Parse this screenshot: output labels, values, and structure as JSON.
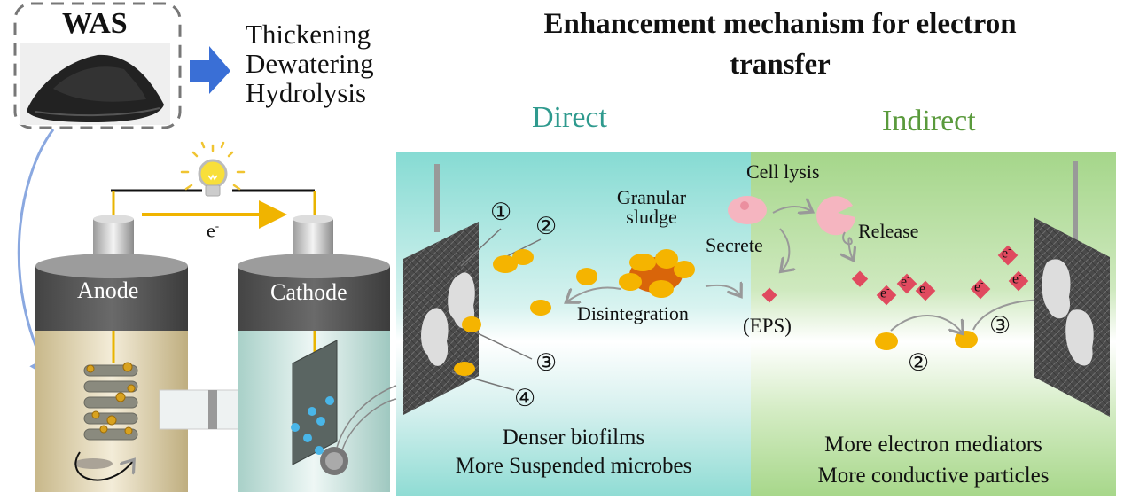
{
  "was_box": {
    "label": "WAS",
    "image_description": "dark sludge pile"
  },
  "pretreatment": {
    "lines": [
      "Thickening",
      "Dewatering",
      "Hydrolysis"
    ]
  },
  "title": {
    "line1": "Enhancement mechanism for electron",
    "line2": "transfer"
  },
  "section_headings": {
    "direct": "Direct",
    "indirect": "Indirect"
  },
  "colors": {
    "direct_heading": "#2f9a8e",
    "indirect_heading": "#5a9a3c",
    "direct_bg": "#8fdcd4",
    "indirect_bg": "#a9d88c",
    "arrow_blue": "#3a6fd6",
    "wire_gold": "#f0b400",
    "particle_gold": "#f5b400",
    "mediator_red": "#e04a5f",
    "cell_pink": "#f5b5c0"
  },
  "reactor": {
    "anode_label": "Anode",
    "cathode_label": "Cathode",
    "electron_label": "e",
    "electron_sup": "-"
  },
  "direct_panel": {
    "granular_sludge": [
      "Granular",
      "sludge"
    ],
    "disintegration": "Disintegration",
    "markers": [
      "①",
      "②",
      "③",
      "④"
    ],
    "summary": [
      "Denser biofilms",
      "More Suspended microbes"
    ]
  },
  "indirect_panel": {
    "cell_lysis": "Cell lysis",
    "secrete": "Secrete",
    "release": "Release",
    "eps": "(EPS)",
    "mediator_label": "e",
    "mediator_sup": "-",
    "markers": [
      "②",
      "③"
    ],
    "summary": [
      "More electron mediators",
      "More conductive particles"
    ]
  }
}
